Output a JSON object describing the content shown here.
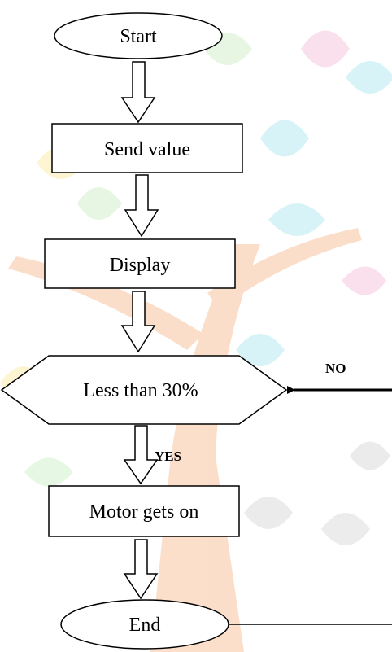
{
  "flowchart": {
    "start": "Start",
    "send": "Send value",
    "display": "Display",
    "decision": "Less than 30%",
    "motor": "Motor gets on",
    "end": "End",
    "yes_label": "YES",
    "no_label": "NO"
  },
  "watermark": {
    "type": "tree",
    "colors": [
      "#f7b78c",
      "#fbe79a",
      "#a9e5ef",
      "#c8edc0",
      "#f6b9d6",
      "#d4d4d4"
    ]
  }
}
